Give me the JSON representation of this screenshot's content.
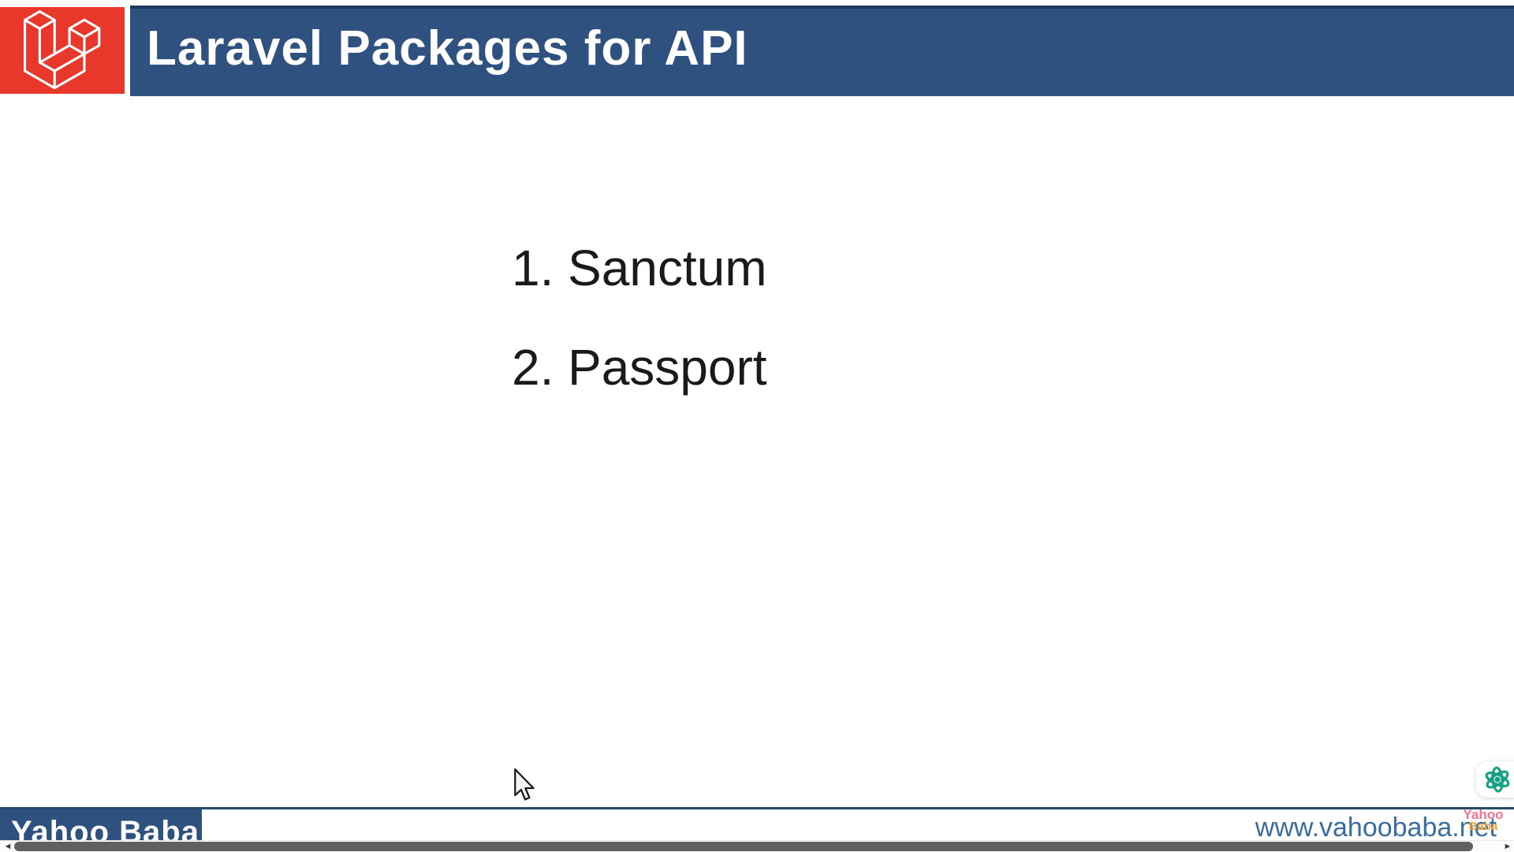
{
  "header": {
    "title": "Laravel Packages for API"
  },
  "slide": {
    "list": [
      {
        "number": "1.",
        "label": "Sanctum"
      },
      {
        "number": "2.",
        "label": "Passport"
      }
    ]
  },
  "footer": {
    "brand": "Yahoo Baba",
    "website": "www.vahoobaba.net"
  },
  "watermark": {
    "line1": "Yahoo",
    "line2": "Baba"
  },
  "scrollbar": {
    "left_arrow": "◄",
    "right_arrow": "►"
  },
  "icons": {
    "logo": "laravel-logo",
    "badge": "atom-icon",
    "pointer": "arrow-cursor"
  },
  "colors": {
    "header_bg": "#2F5180",
    "header_top_edge": "#1C3A5E",
    "logo_bg": "#E8372B",
    "title_text": "#FFFFFF",
    "body_text": "#1A1A1A",
    "footer_line": "#27496E",
    "brand_box_bg": "#2F5180",
    "website_text": "#3A6D9E",
    "watermark_pink": "#F2728F",
    "watermark_orange": "#EFA13E",
    "atom_green": "#16A085",
    "scrollbar_thumb": "#606060"
  }
}
